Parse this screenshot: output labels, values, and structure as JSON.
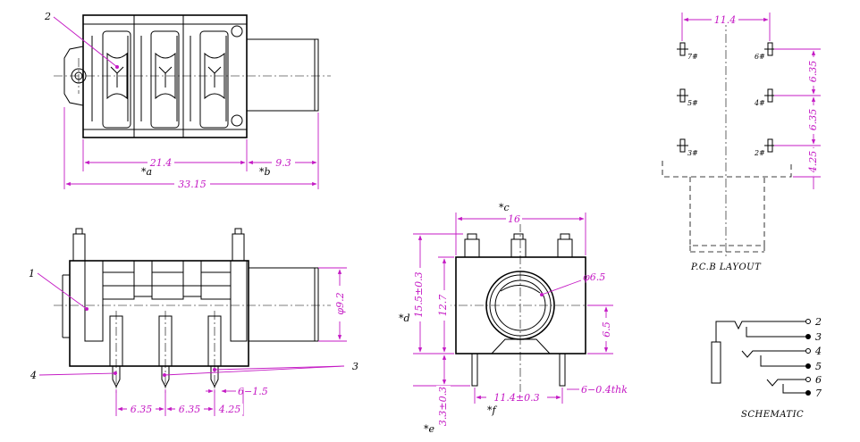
{
  "colors": {
    "dimension": "#c419c4",
    "outline": "#000000",
    "background": "#ffffff"
  },
  "top_view": {
    "callout_2": "2",
    "dim_a": "21.4",
    "ref_a": "*a",
    "dim_b": "9.3",
    "ref_b": "*b",
    "dim_overall": "33.15"
  },
  "side_view": {
    "callout_1": "1",
    "callout_4": "4",
    "callout_3": "3",
    "dim_diameter": "φ9.2",
    "dim_pitch_1": "6.35",
    "dim_pitch_2": "6.35",
    "dim_pitch_3": "4.25",
    "dim_pin_width": "6−1.5"
  },
  "front_view": {
    "dim_width": "16",
    "ref_c": "*c",
    "dim_height": "15.5±0.3",
    "ref_d": "*d",
    "dim_body": "12.7",
    "dim_bore": "φ6.5",
    "dim_center": "6.5",
    "dim_legs": "3.3±0.3",
    "ref_e": "*e",
    "dim_spacing": "11.4±0.3",
    "ref_f": "*f",
    "dim_thickness": "6−0.4thk"
  },
  "pcb_layout": {
    "dim_width": "11.4",
    "dim_pitch_1": "6.35",
    "dim_pitch_2": "6.35",
    "dim_pitch_3": "4.25",
    "pins_left": [
      "7#",
      "5#",
      "3#"
    ],
    "pins_right": [
      "6#",
      "4#",
      "2#"
    ],
    "caption": "P.C.B LAYOUT"
  },
  "schematic": {
    "pins": [
      "2",
      "3",
      "4",
      "5",
      "6",
      "7"
    ],
    "caption": "SCHEMATIC"
  }
}
